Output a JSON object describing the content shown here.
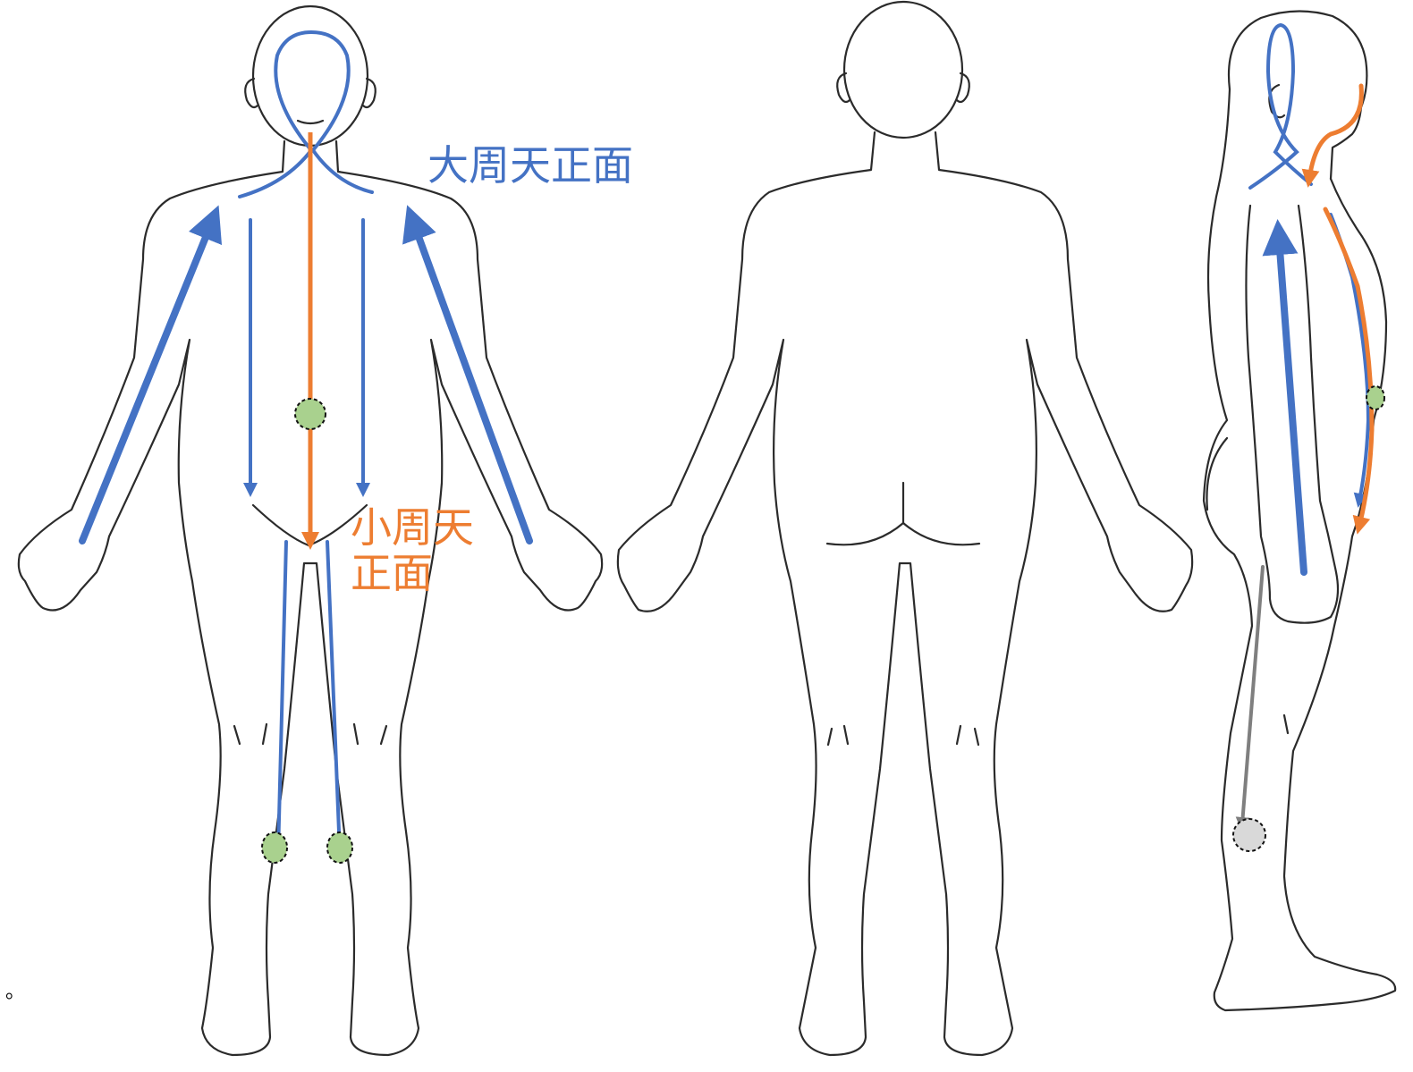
{
  "labels": {
    "big_cycle_front": "大周天正面",
    "small_cycle_front": "小周天\n正面",
    "stray_mark": "。"
  },
  "colors": {
    "big_cycle": "#4472c4",
    "small_cycle": "#ed7d31",
    "point_fill_green": "#a9d18e",
    "point_fill_gray": "#d9d9d9",
    "gray_path": "#7f7f7f",
    "outline": "#2b2b2b"
  },
  "figures": [
    "front-view",
    "back-view",
    "side-view"
  ]
}
